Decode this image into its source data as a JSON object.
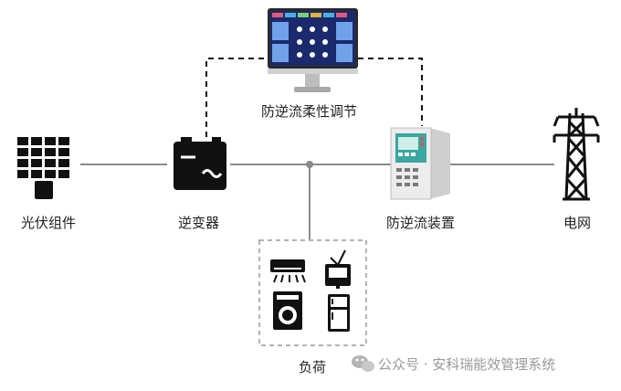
{
  "nodes": {
    "pv": "光伏组件",
    "inverter": "逆变器",
    "device": "防逆流装置",
    "grid": "电网",
    "load": "负荷",
    "regulation": "防逆流柔性调节"
  },
  "watermark": {
    "text": "公众号 · 安科瑞能效管理系统",
    "icon": "wechat-icon"
  },
  "colors": {
    "line": "#8a8a8a",
    "dashed": "#111111",
    "icon": "#111111",
    "device_panel": "#3aa7a0",
    "monitor_bg": "#1a2a6c"
  }
}
